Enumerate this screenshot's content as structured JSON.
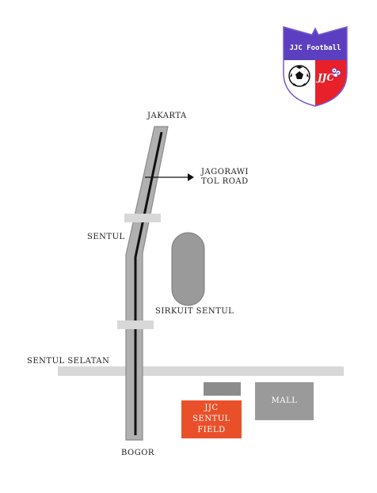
{
  "logo": {
    "text": "JJC Football",
    "monogram": "JJC",
    "colors": {
      "banner": "#5b3fc0",
      "left": "#ffffff",
      "right": "#e8202a",
      "outline": "#7a5ad0"
    }
  },
  "labels": {
    "north": "JAKARTA",
    "tollroad_line1": "JAGORAWI",
    "tollroad_line2": "TOL ROAD",
    "sentul": "SENTUL",
    "circuit": "SIRKUIT SENTUL",
    "sentul_selatan": "SENTUL SELATAN",
    "south": "BOGOR"
  },
  "places": {
    "field_line1": "JJC",
    "field_line2": "SENTUL",
    "field_line3": "FIELD",
    "mall": "MALL"
  },
  "colors": {
    "road": "#b0b0b0",
    "road_outline": "#888888",
    "crossroad": "#d8d8d8",
    "center_line": "#111111",
    "circuit": "#9a9a9a",
    "field": "#e9502a",
    "mall": "#9a9a9a",
    "building": "#8c8c8c"
  }
}
